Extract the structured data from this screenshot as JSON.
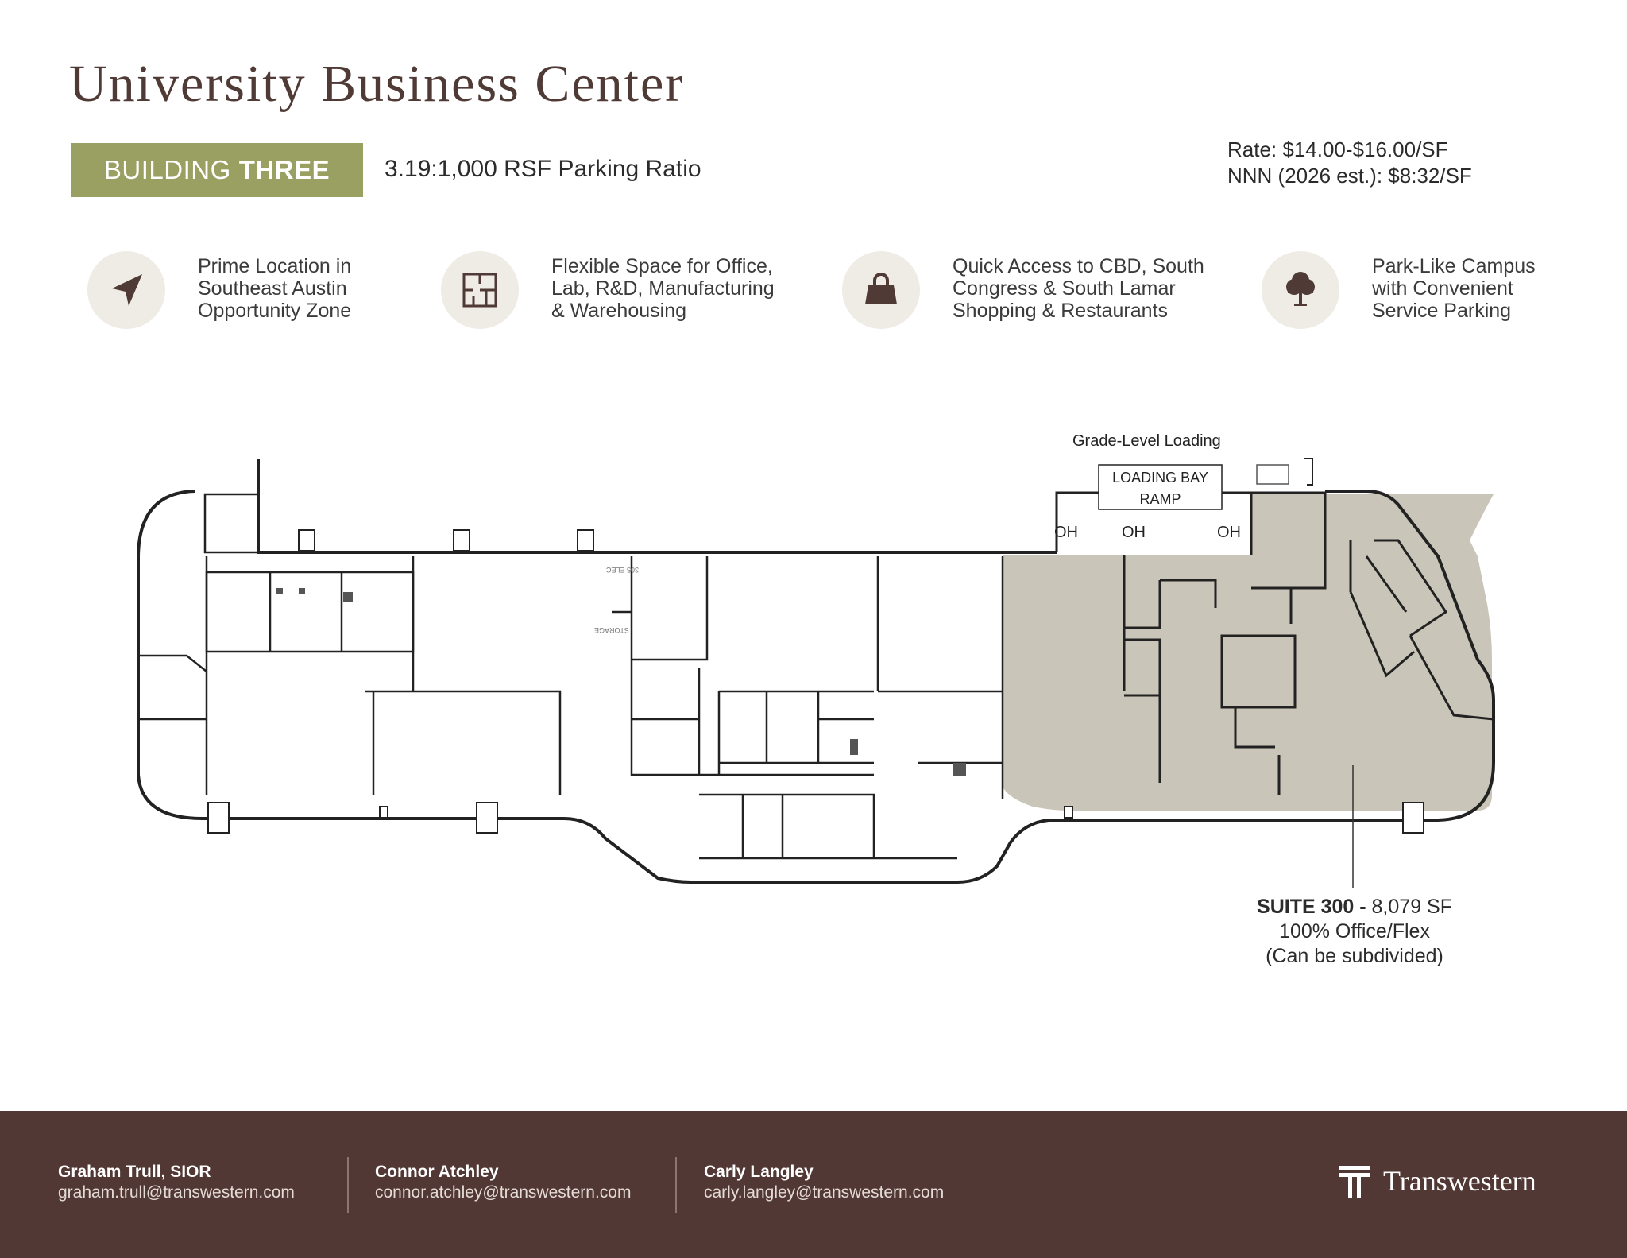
{
  "header": {
    "title": "University Business Center",
    "building_prefix": "BUILDING",
    "building_name": "THREE",
    "parking_ratio": "3.19:1,000 RSF Parking Ratio",
    "rate": "Rate: $14.00-$16.00/SF",
    "nnn": "NNN (2026 est.): $8:32/SF"
  },
  "features": [
    {
      "icon": "location-arrow-icon",
      "text": "Prime Location in\nSoutheast Austin\nOpportunity Zone"
    },
    {
      "icon": "floor-plan-icon",
      "text": "Flexible Space for Office,\nLab, R&D, Manufacturing\n& Warehousing"
    },
    {
      "icon": "shopping-bag-icon",
      "text": "Quick Access to CBD, South\nCongress & South Lamar\nShopping & Restaurants"
    },
    {
      "icon": "tree-icon",
      "text": "Park-Like Campus\nwith Convenient\nService Parking"
    }
  ],
  "plan": {
    "grade_loading": "Grade-Level Loading",
    "loading_bay_line1": "LOADING BAY",
    "loading_bay_line2": "RAMP",
    "oh_labels": [
      "OH",
      "OH",
      "OH"
    ],
    "room_elec": "305 ELEC",
    "room_storage": "STORAGE",
    "suite_name": "SUITE 300 -",
    "suite_size": "8,079 SF",
    "suite_use": "100% Office/Flex",
    "suite_note": "(Can be subdivided)"
  },
  "contacts": [
    {
      "name": "Graham Trull, SIOR",
      "email": "graham.trull@transwestern.com"
    },
    {
      "name": "Connor Atchley",
      "email": "connor.atchley@transwestern.com"
    },
    {
      "name": "Carly Langley",
      "email": "carly.langley@transwestern.com"
    }
  ],
  "brand": {
    "name": "Transwestern",
    "icon": "transwestern-logo-icon"
  },
  "colors": {
    "title_brown": "#4f3a35",
    "badge_olive": "#9aa062",
    "footer_brown": "#523834",
    "suite_fill": "#c9c5b8",
    "icon_circle": "#efebe5"
  }
}
